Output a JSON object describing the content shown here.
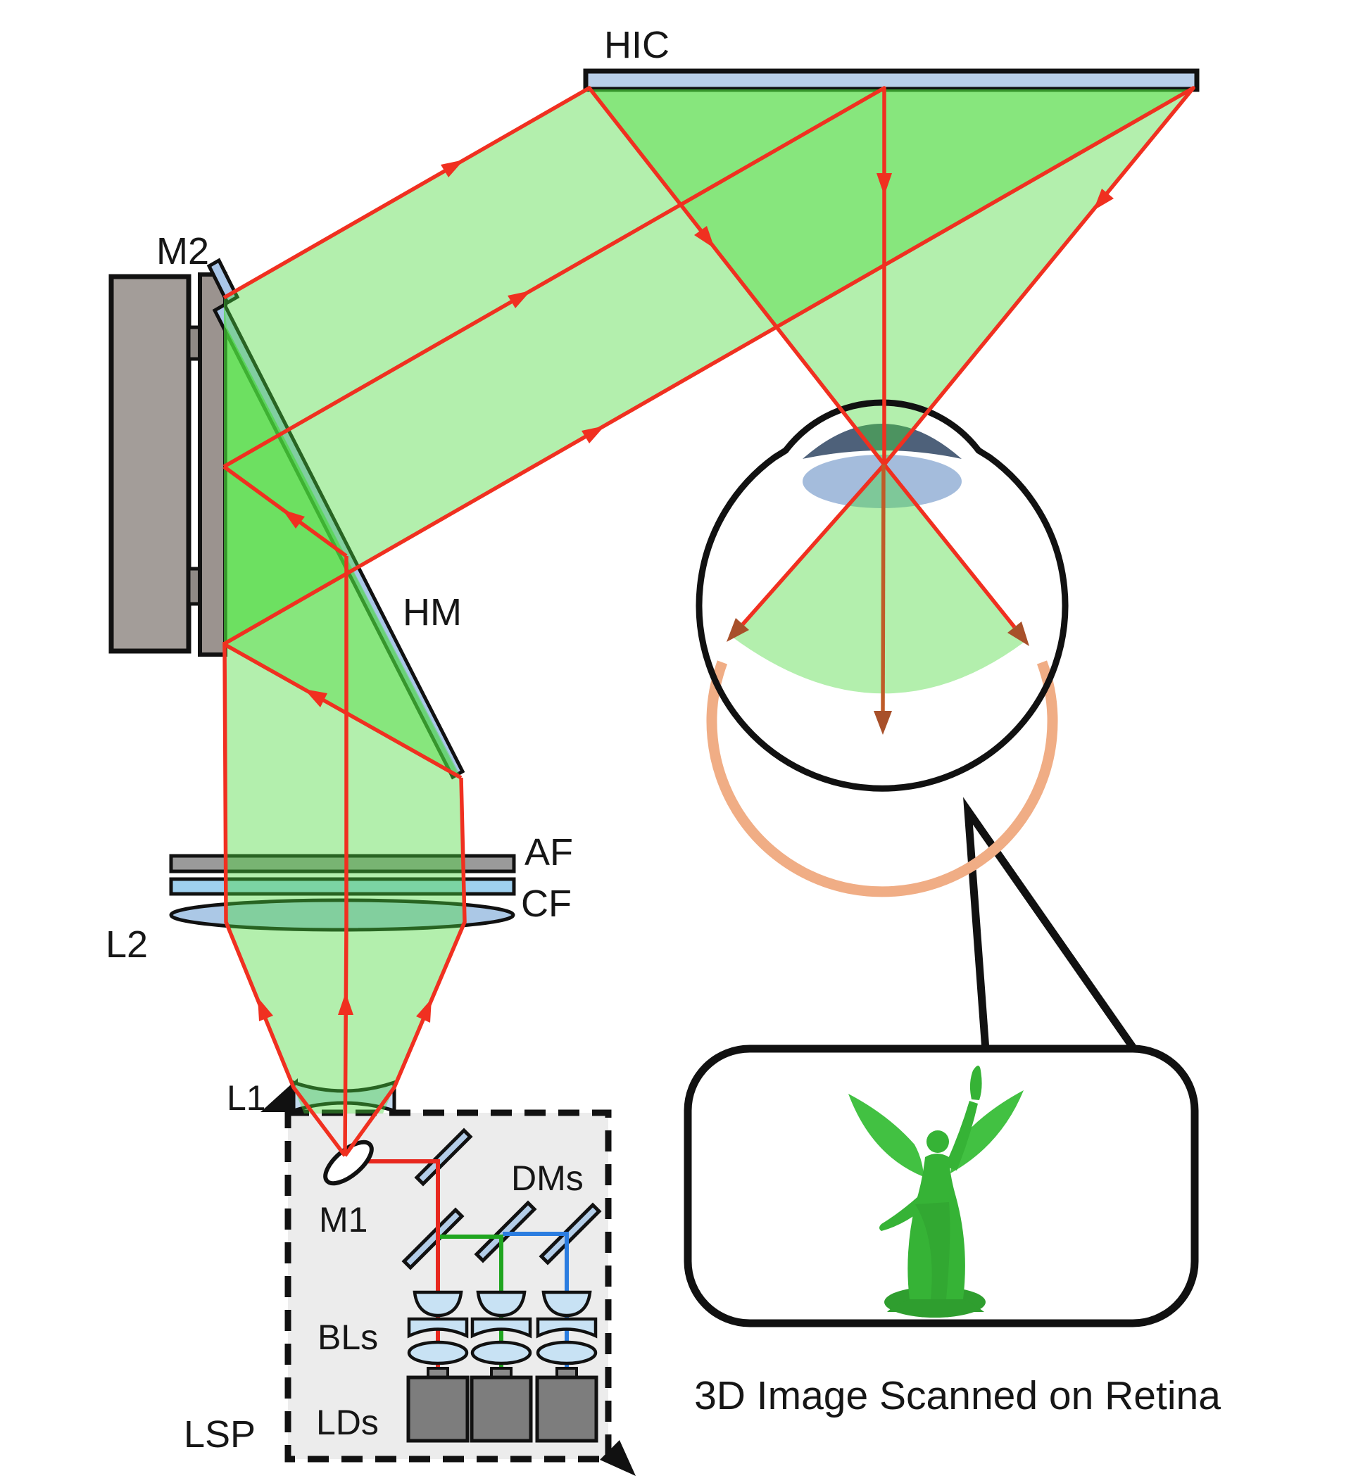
{
  "diagram": {
    "title_caption": "3D Image Scanned on Retina",
    "labels": {
      "hic": "HIC",
      "m2": "M2",
      "hm": "HM",
      "af": "AF",
      "cf": "CF",
      "l2": "L2",
      "l1": "L1",
      "lsp": "LSP",
      "m1": "M1",
      "dms": "DMs",
      "bls": "BLs",
      "lds": "LDs"
    },
    "colors": {
      "beam_green_fill": "#4ad93c",
      "ray_red": "#f03020",
      "laser_red": "#e8281e",
      "laser_green": "#1fa51f",
      "laser_blue": "#2b7de0",
      "optic_blue": "#b9cfe9",
      "mirror_blue": "#a9c6e8",
      "lens_light_blue": "#c8e2f4",
      "filter_gray": "#9a9a9a",
      "ld_gray": "#7d7d7d",
      "eye_lens_blue": "#9cb6d9",
      "iris_slate": "#4e617a",
      "retina_salmon": "#f0ad85",
      "retina_arrow_brown": "#a8502a",
      "statue_green": "#36b336",
      "box_fill_gray": "#ececec",
      "outline_black": "#111111"
    }
  }
}
